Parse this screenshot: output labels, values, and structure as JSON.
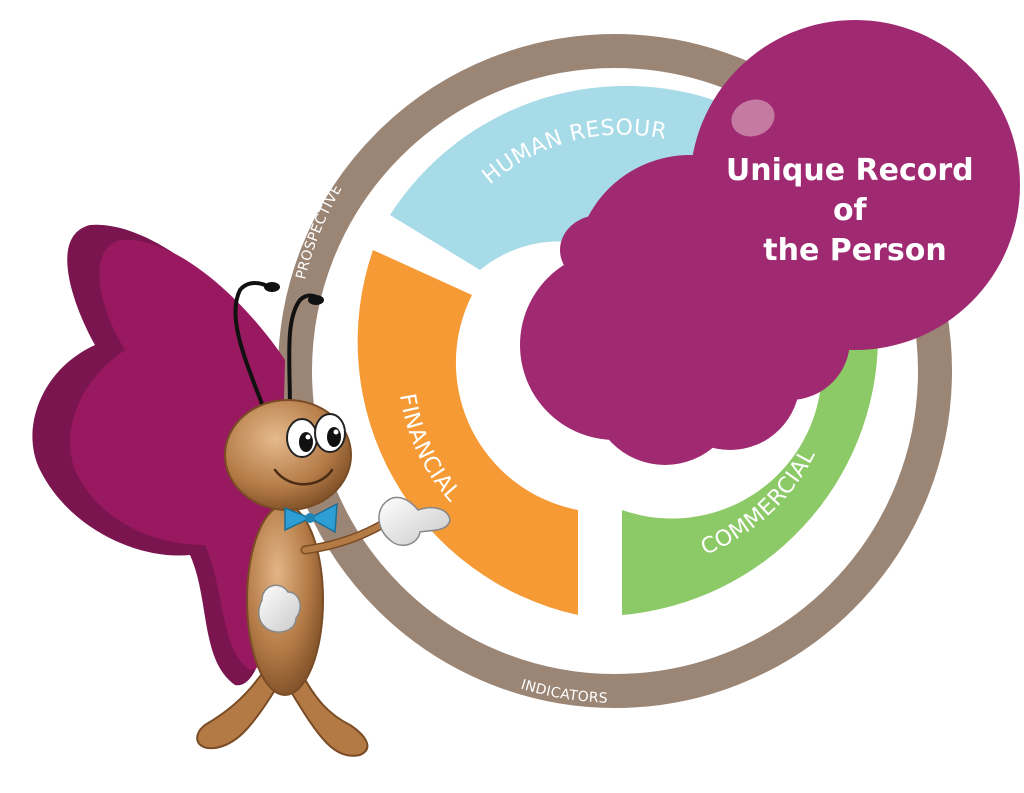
{
  "diagram": {
    "outer_ring": {
      "color": "#9b8575",
      "labels": {
        "prospective": "PROSPECTIVE",
        "indicators": "INDICATORS"
      }
    },
    "segments": [
      {
        "id": "human-resources",
        "label": "HUMAN RESOUR",
        "color": "#a7dbe8"
      },
      {
        "id": "financial",
        "label": "FINANCIAL",
        "color": "#f59a35"
      },
      {
        "id": "commercial",
        "label": "COMMERCIAL",
        "color": "#8cc967"
      }
    ],
    "cloud": {
      "color": "#a02a72",
      "lines": [
        "Unique Record",
        "of",
        "the Person"
      ]
    },
    "mascot": {
      "wing_color": "#98195f",
      "bowtie_color": "#2e9fd4",
      "body_color": "#b37a46"
    }
  }
}
